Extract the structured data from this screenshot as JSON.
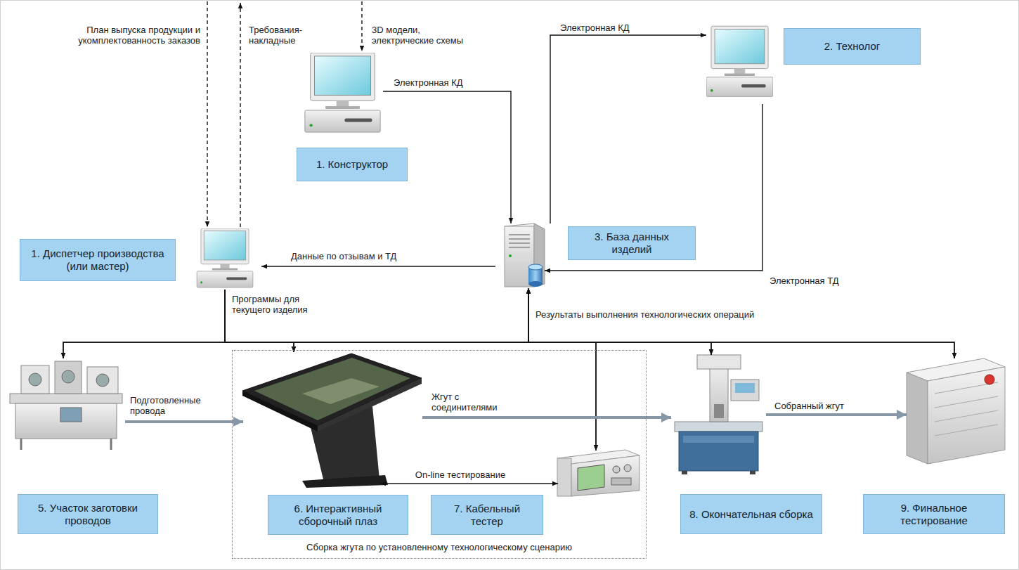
{
  "diagram": {
    "nodes": [
      {
        "text": [
          "1. Конструктор"
        ]
      },
      {
        "text": [
          "2. Технолог"
        ]
      },
      {
        "text": [
          "1. Диспетчер производства (или мастер)"
        ]
      },
      {
        "text": [
          "3. База данных изделий"
        ]
      },
      {
        "text": [
          "5. Участок заготовки проводов"
        ]
      },
      {
        "text": [
          "Сборка жгута по установленному технологическому сценарию"
        ]
      },
      {
        "text": [
          "6. Интерактивный сборочный плаз"
        ],
        "in": 5
      },
      {
        "text": [
          "7. Кабельный тестер"
        ],
        "in": 5
      },
      {
        "text": [
          "8. Окончательная сборка"
        ]
      },
      {
        "text": [
          "9. Финальное тестирование"
        ]
      }
    ],
    "edges": [
      {
        "from": 0,
        "to": 3,
        "label": "Электронная КД",
        "arrow": "to"
      },
      {
        "from": 3,
        "to": 1,
        "label": "Электронная КД",
        "arrow": "to"
      },
      {
        "from": 1,
        "to": 3,
        "label": "Электронная ТД",
        "arrow": "to"
      },
      {
        "from": 3,
        "to": 2,
        "label": "Данные по отзывам и ТД",
        "arrow": "to"
      },
      {
        "from": 2,
        "to": 4,
        "label": "Программы для текущего изделия",
        "arrow": "to"
      },
      {
        "from": 2,
        "to": 6,
        "arrow": "to"
      },
      {
        "from": 2,
        "to": 7,
        "arrow": "to"
      },
      {
        "from": 2,
        "to": 8,
        "arrow": "to"
      },
      {
        "from": 2,
        "to": 9,
        "arrow": "to"
      },
      {
        "from": 4,
        "to": 3,
        "label": "Результаты выполнения технологических операций",
        "arrow": "both"
      },
      {
        "from": 6,
        "to": 3,
        "arrow": "both"
      },
      {
        "from": 7,
        "to": 3,
        "arrow": "both"
      },
      {
        "from": 8,
        "to": 3,
        "arrow": "both"
      },
      {
        "from": 9,
        "to": 3,
        "arrow": "both"
      },
      {
        "from": 4,
        "to": 6,
        "label": "Подготовленные провода",
        "arrow": "to"
      },
      {
        "from": 6,
        "to": 8,
        "label": "Жгут с соединителями",
        "arrow": "to"
      },
      {
        "from": 6,
        "to": 7,
        "label": "On-line тестирование",
        "arrow": "both"
      },
      {
        "from": 8,
        "to": 9,
        "label": "Собранный жгут",
        "arrow": "to"
      }
    ],
    "labels": [
      "План выпуска продукции и укомплектованность заказов",
      "Требования-накладные",
      "3D модели, электрические схемы"
    ]
  }
}
